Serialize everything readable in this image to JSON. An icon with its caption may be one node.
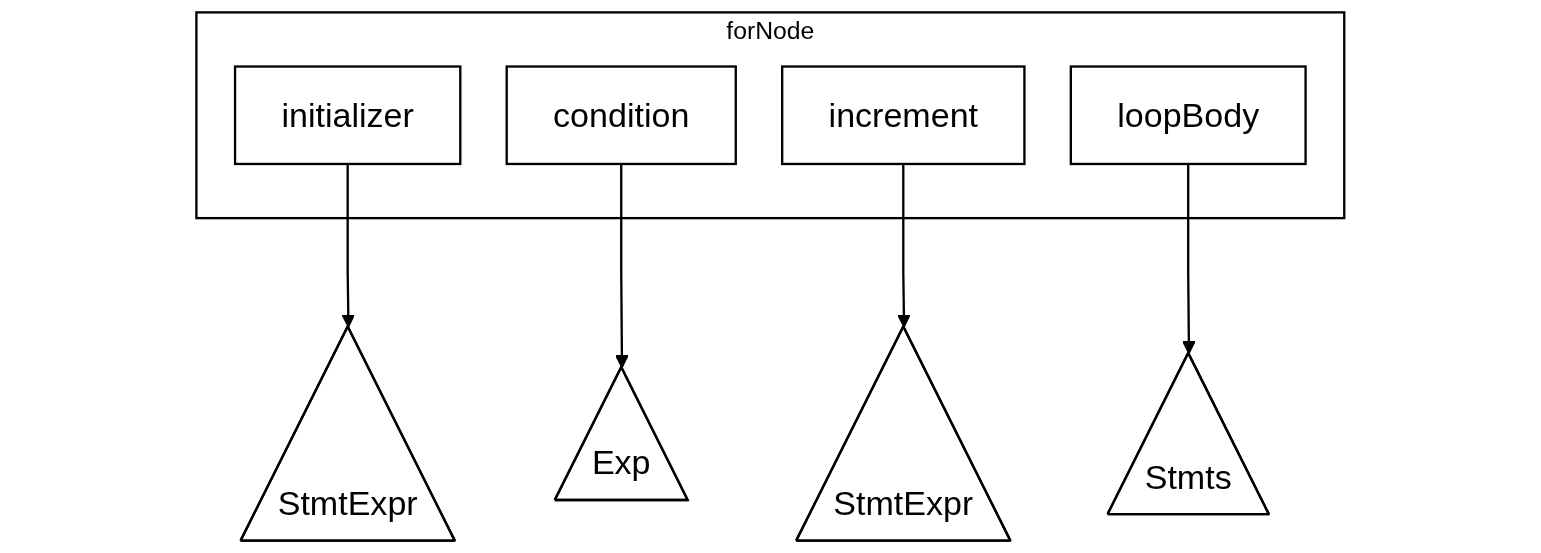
{
  "diagram": {
    "nodes": [
      {
        "text": [
          "forNode"
        ]
      },
      {
        "text": [
          "initializer"
        ],
        "in": 0
      },
      {
        "text": [
          "condition"
        ],
        "in": 0
      },
      {
        "text": [
          "increment"
        ],
        "in": 0
      },
      {
        "text": [
          "loopBody"
        ],
        "in": 0
      },
      {
        "text": [
          "StmtExpr"
        ]
      },
      {
        "text": [
          "Exp"
        ]
      },
      {
        "text": [
          "StmtExpr"
        ]
      },
      {
        "text": [
          "Stmts"
        ]
      }
    ],
    "edges": [
      {
        "from": 1,
        "to": 5,
        "arrow": "to"
      },
      {
        "from": 2,
        "to": 6,
        "arrow": "to"
      },
      {
        "from": 3,
        "to": 7,
        "arrow": "to"
      },
      {
        "from": 4,
        "to": 8,
        "arrow": "to"
      }
    ]
  }
}
